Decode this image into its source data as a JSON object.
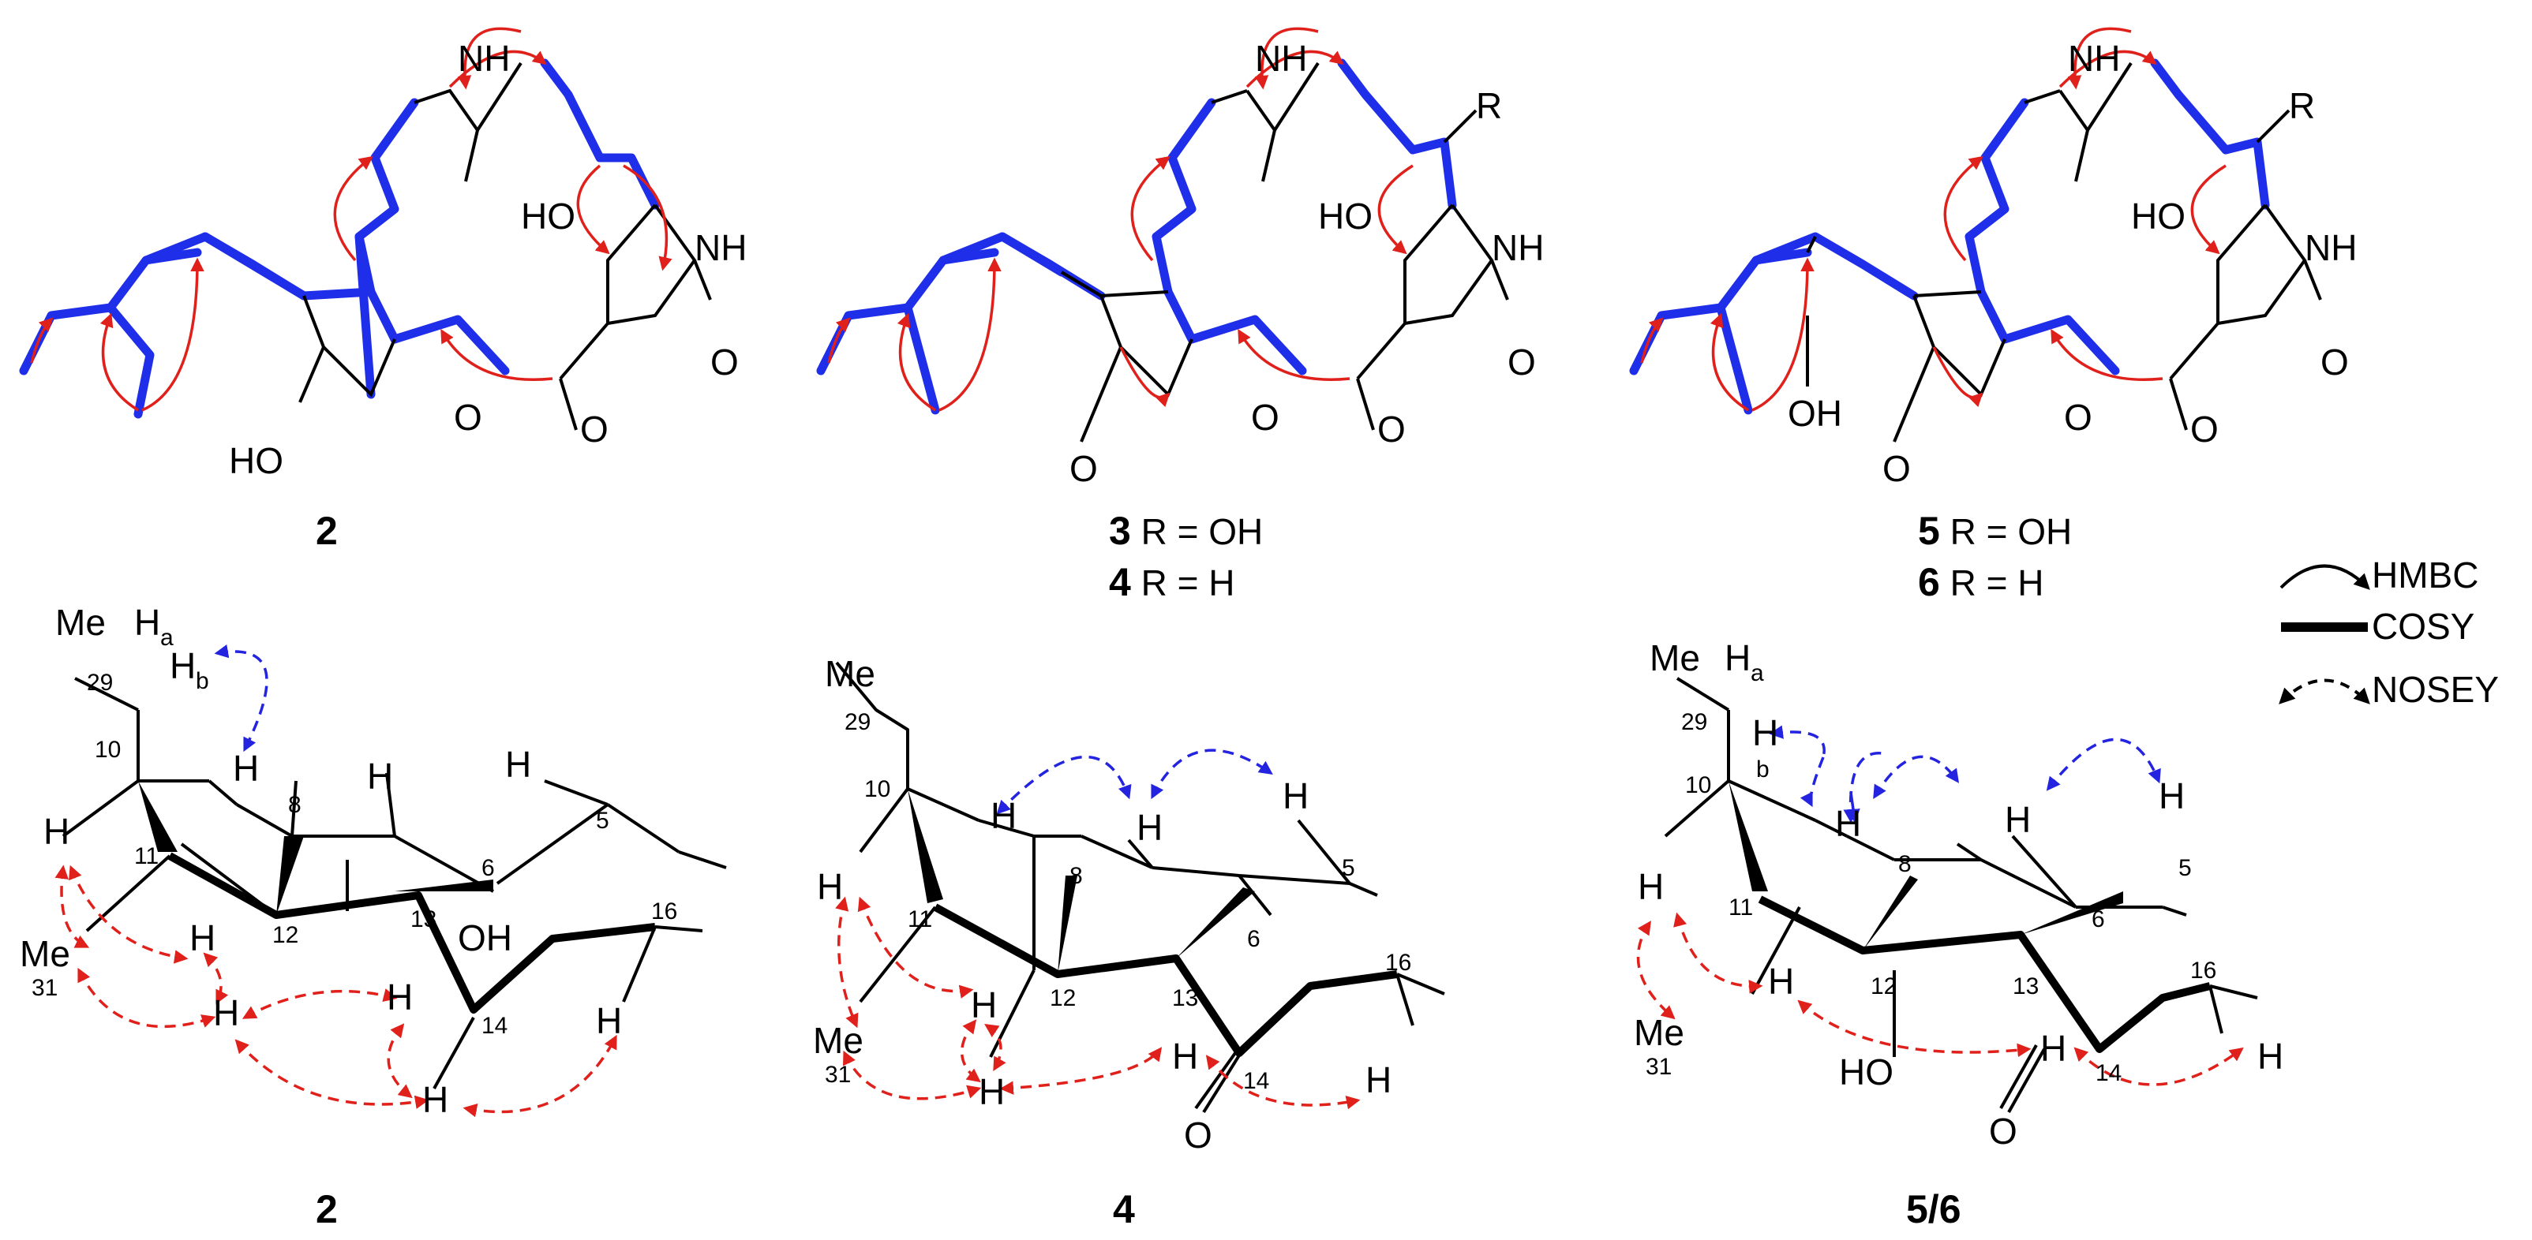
{
  "colors": {
    "cosy": "#1f2ee8",
    "hmbc": "#e0201b",
    "noesy_blue": "#2424e0",
    "noesy_red": "#e0201b",
    "bond": "#000000"
  },
  "legend": {
    "hmbc": "HMBC",
    "cosy": "COSY",
    "noesy": "NOSEY"
  },
  "compounds_top": [
    {
      "number": "2",
      "caption": ""
    },
    {
      "number": "3",
      "caption": " R = OH"
    },
    {
      "number": "4",
      "caption": " R = H"
    },
    {
      "number": "5",
      "caption": " R = OH"
    },
    {
      "number": "6",
      "caption": " R = H"
    }
  ],
  "compounds_bottom": [
    {
      "label": "2"
    },
    {
      "label": "4"
    },
    {
      "label": "5/6"
    }
  ],
  "atom_labels": {
    "nh": "NH",
    "n": "N",
    "h": "H",
    "o": "O",
    "ho": "HO",
    "oh": "OH",
    "r": "R",
    "me": "Me",
    "ha": "H",
    "a": "a",
    "hb": "H",
    "b": "b"
  },
  "atom_numbers": {
    "c29": "29",
    "c10": "10",
    "c11": "11",
    "c12": "12",
    "c13": "13",
    "c8": "8",
    "c6": "6",
    "c5": "5",
    "c16": "16",
    "c14": "14",
    "c31": "31"
  }
}
